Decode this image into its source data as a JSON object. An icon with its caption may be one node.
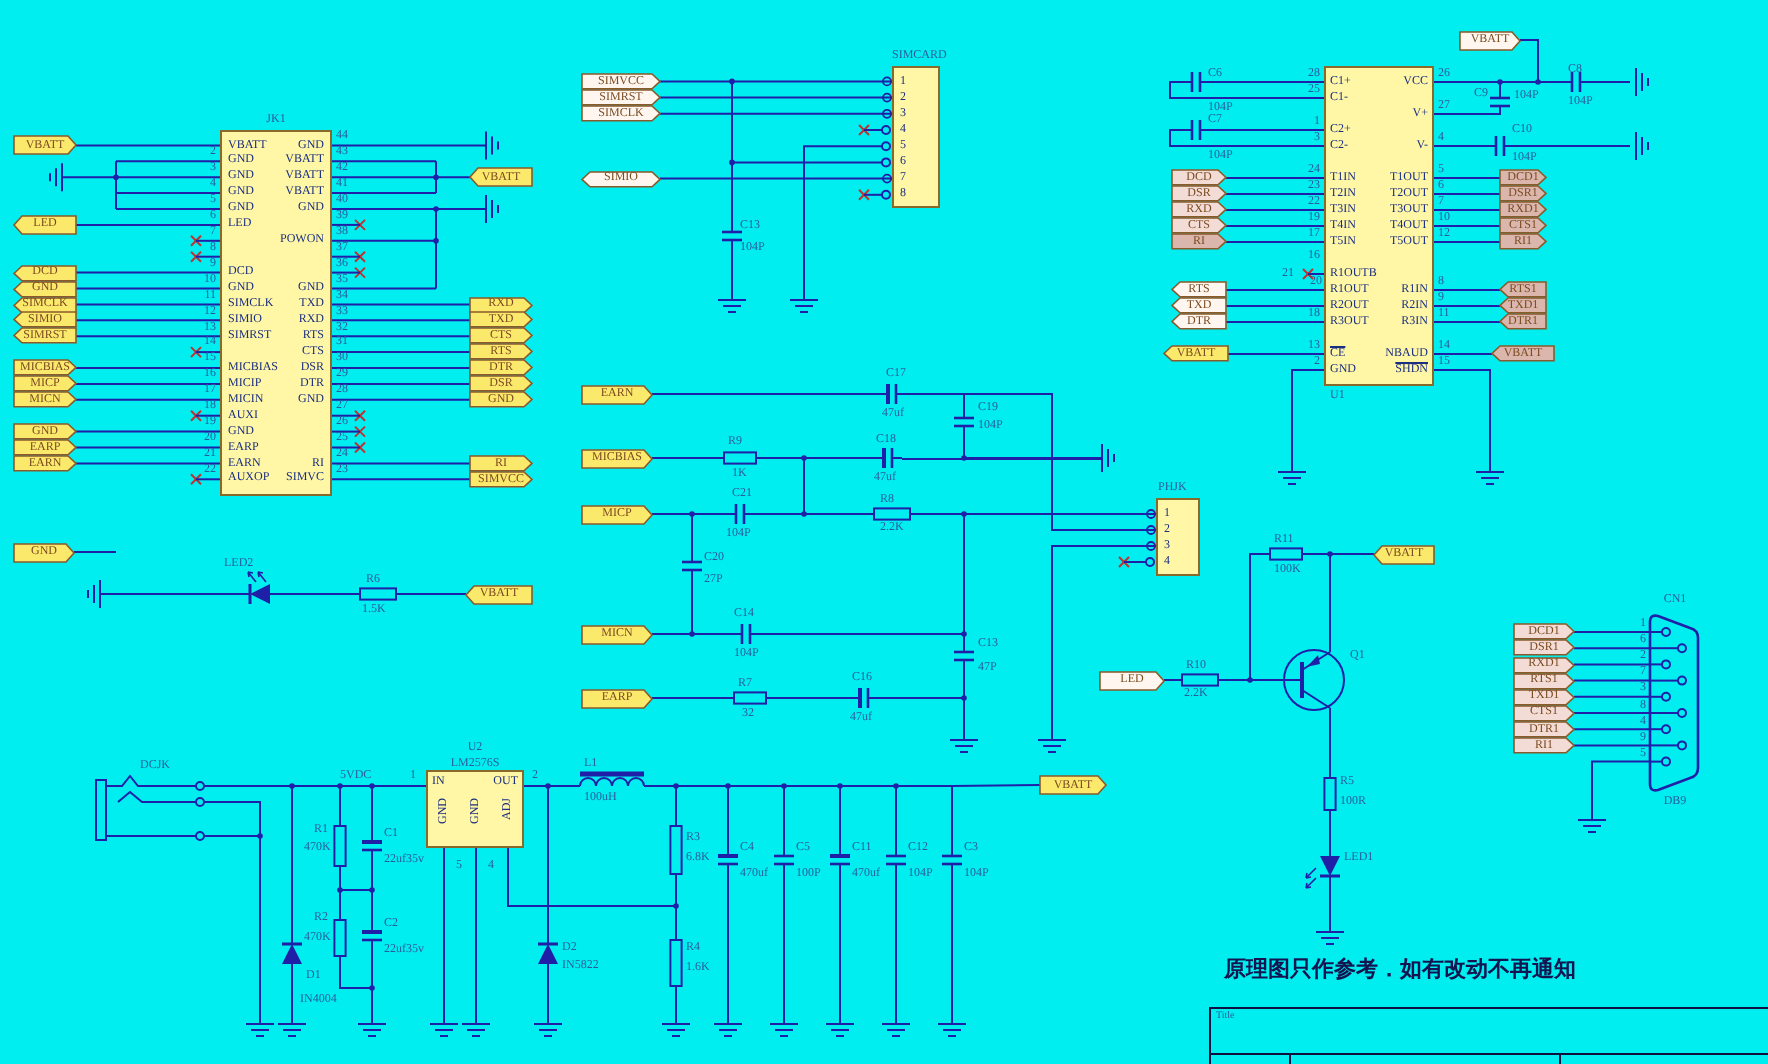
{
  "diagram": {
    "nodes": [
      {
        "text": [
          "JK1",
          "VBATT",
          "GND",
          "GND",
          "VBATT",
          "GND",
          "VBATT",
          "GND",
          "VBATT",
          "GND",
          "GND",
          "LED",
          "POWON",
          "DCD",
          "GND",
          "GND",
          "SIMCLK",
          "TXD",
          "SIMIO",
          "RXD",
          "SIMRST",
          "RTS",
          "CTS",
          "MICBIAS",
          "DSR",
          "MICIP",
          "DTR",
          "MICIN",
          "GND",
          "AUXI",
          "GND",
          "EARP",
          "EARN",
          "RI",
          "AUXOP",
          "SIMVC"
        ],
        "beside": [
          "2",
          "3",
          "4",
          "5",
          "6",
          "7",
          "8",
          "9",
          "10",
          "11",
          "12",
          "13",
          "14",
          "15",
          "16",
          "17",
          "18",
          "19",
          "20",
          "21",
          "22",
          "44",
          "43",
          "42",
          "41",
          "40",
          "39",
          "38",
          "37",
          "36",
          "35",
          "34",
          "33",
          "32",
          "31",
          "30",
          "29",
          "28",
          "27",
          "26",
          "25",
          "24",
          "23"
        ]
      },
      {
        "text": [
          "VBATT"
        ]
      },
      {
        "text": [
          "LED"
        ]
      },
      {
        "text": [
          "DCD"
        ]
      },
      {
        "text": [
          "GND"
        ]
      },
      {
        "text": [
          "SIMCLK"
        ]
      },
      {
        "text": [
          "SIMIO"
        ]
      },
      {
        "text": [
          "SIMRST"
        ]
      },
      {
        "text": [
          "MICBIAS"
        ]
      },
      {
        "text": [
          "MICP"
        ]
      },
      {
        "text": [
          "MICN"
        ]
      },
      {
        "text": [
          "GND"
        ]
      },
      {
        "text": [
          "EARP"
        ]
      },
      {
        "text": [
          "EARN"
        ]
      },
      {
        "text": [
          "VBATT"
        ]
      },
      {
        "text": [
          "RXD"
        ]
      },
      {
        "text": [
          "TXD"
        ]
      },
      {
        "text": [
          "CTS"
        ]
      },
      {
        "text": [
          "RTS"
        ]
      },
      {
        "text": [
          "DTR"
        ]
      },
      {
        "text": [
          "DSR"
        ]
      },
      {
        "text": [
          "GND"
        ]
      },
      {
        "text": [
          "RI"
        ]
      },
      {
        "text": [
          "SIMVCC"
        ]
      },
      {
        "text": [
          "SIMCARD",
          "1",
          "2",
          "3",
          "4",
          "5",
          "6",
          "7",
          "8"
        ]
      },
      {
        "text": [
          "SIMVCC"
        ]
      },
      {
        "text": [
          "SIMRST"
        ]
      },
      {
        "text": [
          "SIMCLK"
        ]
      },
      {
        "text": [
          "SIMIO"
        ]
      },
      {
        "text": [
          "C1+",
          "VCC",
          "C1-",
          "V+",
          "C2+",
          "C2-",
          "V-",
          "T1IN",
          "T1OUT",
          "T2IN",
          "T2OUT",
          "T3IN",
          "T3OUT",
          "T4IN",
          "T4OUT",
          "T5IN",
          "T5OUT",
          "R1OUTB",
          "R1OUT",
          "R1IN",
          "R2OUT",
          "R2IN",
          "R3OUT",
          "R3IN",
          "CE",
          "NBAUD",
          "GND",
          "SHDN",
          "U1"
        ],
        "beside": [
          "28",
          "25",
          "1",
          "3",
          "24",
          "23",
          "22",
          "19",
          "17",
          "16",
          "21",
          "20",
          "18",
          "13",
          "2",
          "26",
          "27",
          "4",
          "5",
          "6",
          "7",
          "10",
          "12",
          "8",
          "9",
          "11",
          "14",
          "15"
        ]
      },
      {
        "text": [
          "VBATT"
        ]
      },
      {
        "text": [
          "DCD"
        ]
      },
      {
        "text": [
          "DSR"
        ]
      },
      {
        "text": [
          "RXD"
        ]
      },
      {
        "text": [
          "CTS"
        ]
      },
      {
        "text": [
          "RI"
        ]
      },
      {
        "text": [
          "RTS"
        ]
      },
      {
        "text": [
          "TXD"
        ]
      },
      {
        "text": [
          "DTR"
        ]
      },
      {
        "text": [
          "VBATT"
        ]
      },
      {
        "text": [
          "DCD1"
        ]
      },
      {
        "text": [
          "DSR1"
        ]
      },
      {
        "text": [
          "RXD1"
        ]
      },
      {
        "text": [
          "CTS1"
        ]
      },
      {
        "text": [
          "RI1"
        ]
      },
      {
        "text": [
          "RTS1"
        ]
      },
      {
        "text": [
          "TXD1"
        ]
      },
      {
        "text": [
          "DTR1"
        ]
      },
      {
        "text": [
          "VBATT"
        ]
      },
      {
        "text": [
          "EARN"
        ]
      },
      {
        "text": [
          "MICBIAS"
        ]
      },
      {
        "text": [
          "MICP"
        ]
      },
      {
        "text": [
          "MICN"
        ]
      },
      {
        "text": [
          "EARP"
        ]
      },
      {
        "text": [
          "PHJK",
          "1",
          "2",
          "3",
          "4"
        ]
      },
      {
        "text": [
          "GND"
        ]
      },
      {
        "text": [
          "VBATT"
        ]
      },
      {
        "text": [
          "LED"
        ]
      },
      {
        "text": [
          "VBATT"
        ]
      },
      {
        "text": [
          "DCD1"
        ]
      },
      {
        "text": [
          "DSR1"
        ]
      },
      {
        "text": [
          "RXD1"
        ]
      },
      {
        "text": [
          "RTS1"
        ]
      },
      {
        "text": [
          "TXD1"
        ]
      },
      {
        "text": [
          "CTS1"
        ]
      },
      {
        "text": [
          "DTR1"
        ]
      },
      {
        "text": [
          "RI1"
        ]
      },
      {
        "text": [
          "CN1",
          "DB9"
        ],
        "beside": [
          "1",
          "6",
          "2",
          "7",
          "3",
          "8",
          "4",
          "9",
          "5"
        ]
      },
      {
        "text": [
          "U2",
          "LM2576S",
          "IN",
          "OUT",
          "GND",
          "GND",
          "ADJ"
        ],
        "beside": [
          "1",
          "2",
          "5",
          "4"
        ]
      },
      {
        "text": [
          "VBATT"
        ]
      },
      {
        "text": [
          "C17",
          "47uf"
        ]
      },
      {
        "text": [
          "R9",
          "1K"
        ]
      },
      {
        "text": [
          "C21",
          "104P"
        ]
      },
      {
        "text": [
          "R8",
          "2.2K"
        ]
      },
      {
        "text": [
          "C14",
          "104P"
        ]
      },
      {
        "text": [
          "R7",
          "32"
        ]
      },
      {
        "text": [],
        "shape": "ground"
      },
      {
        "text": [
          "R6",
          "1.5K"
        ]
      },
      {
        "text": [
          "R10",
          "2.2K"
        ]
      },
      {
        "text": [
          "R11",
          "100K"
        ]
      },
      {
        "text": [
          "C18",
          "47uf"
        ]
      },
      {
        "text": [
          "C19",
          "104P"
        ]
      },
      {
        "text": [],
        "shape": "ground"
      }
    ],
    "edges": [
      {
        "from": 1,
        "to": 0,
        "arrow": "none"
      },
      {
        "from": 2,
        "to": 0,
        "arrow": "none"
      },
      {
        "from": 3,
        "to": 0,
        "arrow": "none"
      },
      {
        "from": 4,
        "to": 0,
        "arrow": "none"
      },
      {
        "from": 5,
        "to": 0,
        "arrow": "none"
      },
      {
        "from": 6,
        "to": 0,
        "arrow": "none"
      },
      {
        "from": 7,
        "to": 0,
        "arrow": "none"
      },
      {
        "from": 8,
        "to": 0,
        "arrow": "none"
      },
      {
        "from": 9,
        "to": 0,
        "arrow": "none"
      },
      {
        "from": 10,
        "to": 0,
        "arrow": "none"
      },
      {
        "from": 11,
        "to": 0,
        "arrow": "none"
      },
      {
        "from": 12,
        "to": 0,
        "arrow": "none"
      },
      {
        "from": 13,
        "to": 0,
        "arrow": "none"
      },
      {
        "from": 14,
        "to": 0,
        "arrow": "none"
      },
      {
        "from": 15,
        "to": 0,
        "arrow": "none"
      },
      {
        "from": 16,
        "to": 0,
        "arrow": "none"
      },
      {
        "from": 17,
        "to": 0,
        "arrow": "none"
      },
      {
        "from": 18,
        "to": 0,
        "arrow": "none"
      },
      {
        "from": 19,
        "to": 0,
        "arrow": "none"
      },
      {
        "from": 20,
        "to": 0,
        "arrow": "none"
      },
      {
        "from": 21,
        "to": 0,
        "arrow": "none"
      },
      {
        "from": 22,
        "to": 0,
        "arrow": "none"
      },
      {
        "from": 23,
        "to": 0,
        "arrow": "none"
      },
      {
        "from": 25,
        "to": 24,
        "arrow": "other"
      },
      {
        "from": 26,
        "to": 24,
        "arrow": "other"
      },
      {
        "from": 27,
        "to": 24,
        "arrow": "other"
      },
      {
        "from": 28,
        "to": 24,
        "arrow": "other"
      },
      {
        "from": 30,
        "to": 29,
        "arrow": "none"
      },
      {
        "from": 31,
        "to": 29,
        "arrow": "none"
      },
      {
        "from": 32,
        "to": 29,
        "arrow": "none"
      },
      {
        "from": 33,
        "to": 29,
        "arrow": "none"
      },
      {
        "from": 34,
        "to": 29,
        "arrow": "none"
      },
      {
        "from": 35,
        "to": 29,
        "arrow": "none"
      },
      {
        "from": 36,
        "to": 29,
        "arrow": "none"
      },
      {
        "from": 37,
        "to": 29,
        "arrow": "none"
      },
      {
        "from": 38,
        "to": 29,
        "arrow": "none"
      },
      {
        "from": 39,
        "to": 29,
        "arrow": "none"
      },
      {
        "from": 40,
        "to": 29,
        "arrow": "none"
      },
      {
        "from": 41,
        "to": 29,
        "arrow": "none"
      },
      {
        "from": 42,
        "to": 29,
        "arrow": "none"
      },
      {
        "from": 43,
        "to": 29,
        "arrow": "none"
      },
      {
        "from": 44,
        "to": 29,
        "arrow": "none"
      },
      {
        "from": 45,
        "to": 29,
        "arrow": "none"
      },
      {
        "from": 46,
        "to": 29,
        "arrow": "none"
      },
      {
        "from": 47,
        "to": 29,
        "arrow": "none"
      },
      {
        "from": 48,
        "to": 29,
        "arrow": "none"
      },
      {
        "from": 49,
        "to": 70,
        "arrow": "none"
      },
      {
        "from": 50,
        "to": 71,
        "arrow": "none"
      },
      {
        "from": 51,
        "to": 72,
        "arrow": "none"
      },
      {
        "from": 52,
        "to": 74,
        "arrow": "none"
      },
      {
        "from": 53,
        "to": 75,
        "arrow": "none"
      },
      {
        "from": 55,
        "to": null,
        "arrow": "none"
      },
      {
        "from": 56,
        "to": 77,
        "arrow": "none"
      },
      {
        "from": 57,
        "to": 78,
        "arrow": "none"
      },
      {
        "from": 58,
        "to": 79,
        "arrow": "none"
      },
      {
        "from": 59,
        "to": 67,
        "arrow": "none"
      },
      {
        "from": 60,
        "to": 67,
        "arrow": "none"
      },
      {
        "from": 61,
        "to": 67,
        "arrow": "none"
      },
      {
        "from": 62,
        "to": 67,
        "arrow": "none"
      },
      {
        "from": 63,
        "to": 67,
        "arrow": "none"
      },
      {
        "from": 64,
        "to": 67,
        "arrow": "none"
      },
      {
        "from": 65,
        "to": 67,
        "arrow": "none"
      },
      {
        "from": 66,
        "to": 67,
        "arrow": "none"
      },
      {
        "from": 69,
        "to": null,
        "arrow": "none"
      },
      {
        "from": 70,
        "to": 54,
        "arrow": "other"
      },
      {
        "from": 72,
        "to": 73,
        "arrow": "none"
      },
      {
        "from": 73,
        "to": 54,
        "arrow": "other"
      },
      {
        "from": 76,
        "to": 54,
        "arrow": "other"
      },
      {
        "from": 71,
        "to": 80,
        "arrow": "none"
      },
      {
        "from": 71,
        "to": 73,
        "arrow": "none"
      },
      {
        "from": 80,
        "to": 82,
        "arrow": "none"
      },
      {
        "from": 70,
        "to": 81,
        "arrow": "none"
      },
      {
        "from": 81,
        "to": 82,
        "arrow": "none"
      },
      {
        "from": 78,
        "to": 79,
        "arrow": "none"
      }
    ],
    "labels": [
      "C13",
      "104P",
      "C6",
      "104P",
      "C7",
      "104P",
      "C8",
      "104P",
      "C9",
      "104P",
      "C10",
      "104P",
      "C20",
      "27P",
      "C13",
      "47P",
      "C16",
      "47uf",
      "LED2",
      "Q1",
      "R5",
      "100R",
      "LED1",
      "DCJK",
      "5VDC",
      "L1",
      "100uH",
      "R1",
      "470K",
      "C1",
      "22uf35v",
      "R2",
      "470K",
      "C2",
      "22uf35v",
      "D1",
      "IN4004",
      "D2",
      "IN5822",
      "R3",
      "6.8K",
      "R4",
      "1.6K",
      "C4",
      "470uf",
      "C5",
      "100P",
      "C11",
      "470uf",
      "C12",
      "104P",
      "C3",
      "104P",
      "原理图只作参考．如有改动不再通知",
      "Title"
    ]
  }
}
